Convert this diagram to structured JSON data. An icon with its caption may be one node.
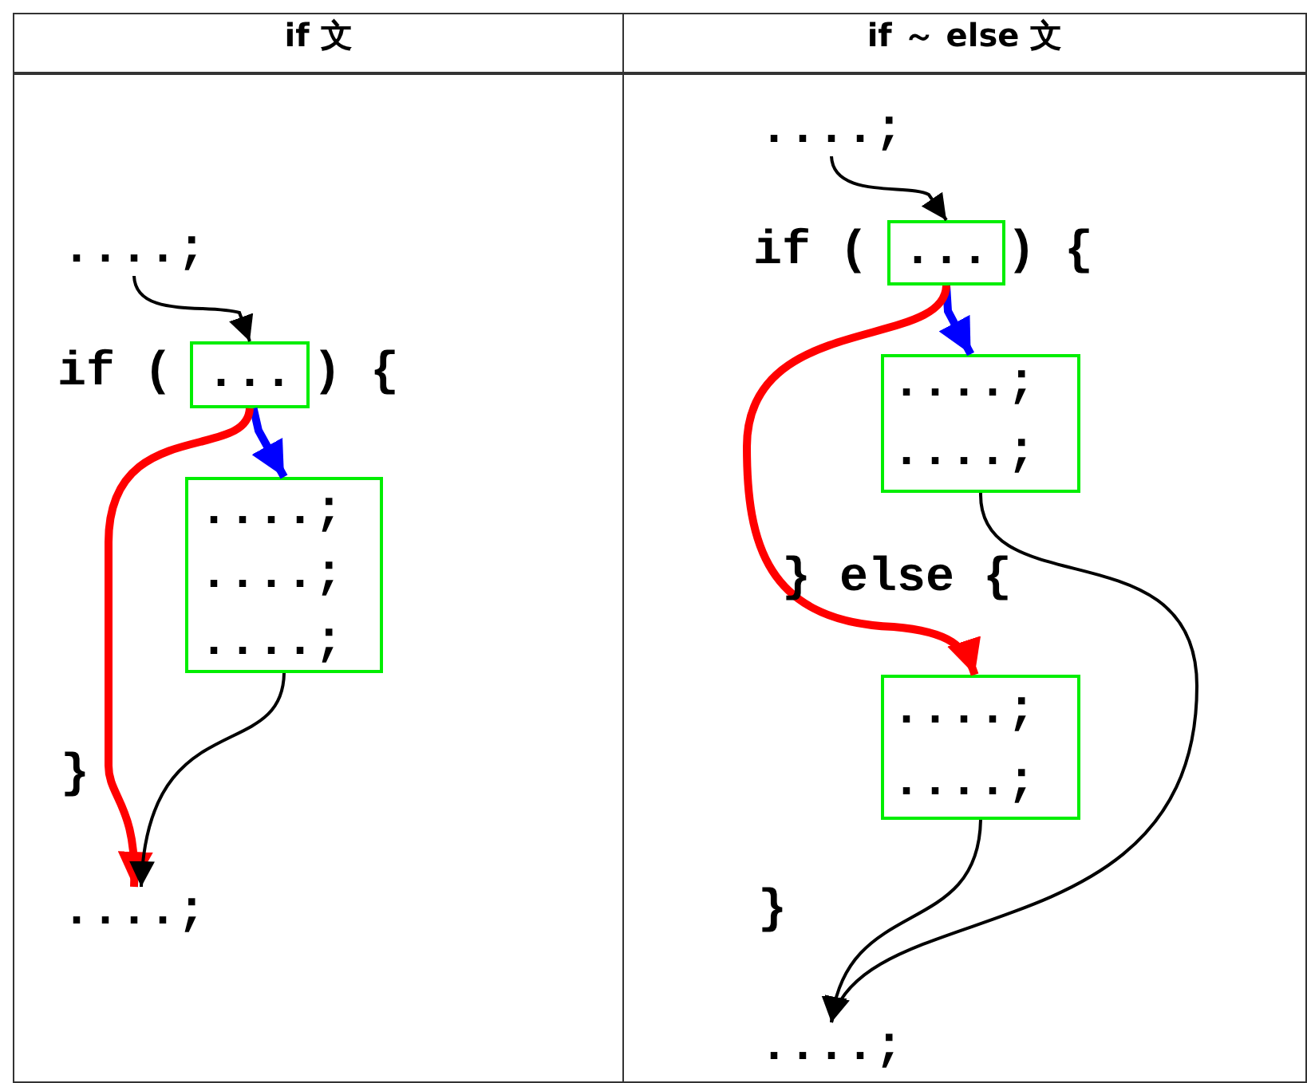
{
  "diagram": {
    "nodes": [
      {
        "text": [
          "if 文"
        ]
      },
      {
        "text": [
          "....;"
        ],
        "in": 0
      },
      {
        "text": [
          "..."
        ],
        "in": 0
      },
      {
        "text": [],
        "shape": "box",
        "in": 0
      },
      {
        "text": [
          "....;"
        ],
        "in": 0
      },
      {
        "text": [
          "if ～ else 文"
        ]
      },
      {
        "text": [
          "....;"
        ],
        "in": 5
      },
      {
        "text": [
          "..."
        ],
        "in": 5
      },
      {
        "text": [],
        "shape": "box",
        "in": 5
      },
      {
        "text": [],
        "shape": "box",
        "in": 5
      },
      {
        "text": [
          "....;"
        ],
        "in": 5
      }
    ],
    "edges": [
      {
        "from": 1,
        "to": 2,
        "arrow": "to"
      },
      {
        "from": 2,
        "to": 3,
        "arrow": "to",
        "style": "thick",
        "color": "#0000ff"
      },
      {
        "from": 2,
        "to": 4,
        "arrow": "to",
        "style": "thick",
        "color": "#ff0000"
      },
      {
        "from": 3,
        "to": 4,
        "arrow": "to"
      },
      {
        "from": 6,
        "to": 7,
        "arrow": "to"
      },
      {
        "from": 7,
        "to": 8,
        "arrow": "to",
        "style": "thick",
        "color": "#0000ff"
      },
      {
        "from": 7,
        "to": 9,
        "arrow": "to",
        "style": "thick",
        "color": "#ff0000"
      },
      {
        "from": 8,
        "to": 10,
        "arrow": "to"
      },
      {
        "from": 9,
        "to": 10,
        "arrow": "to"
      }
    ],
    "labels": [
      "if (",
      ") {",
      "....;",
      "....;",
      "....;",
      "}",
      "if (",
      ") {",
      "....;",
      "....;",
      "} else {",
      "....;",
      "....;",
      "}"
    ]
  }
}
